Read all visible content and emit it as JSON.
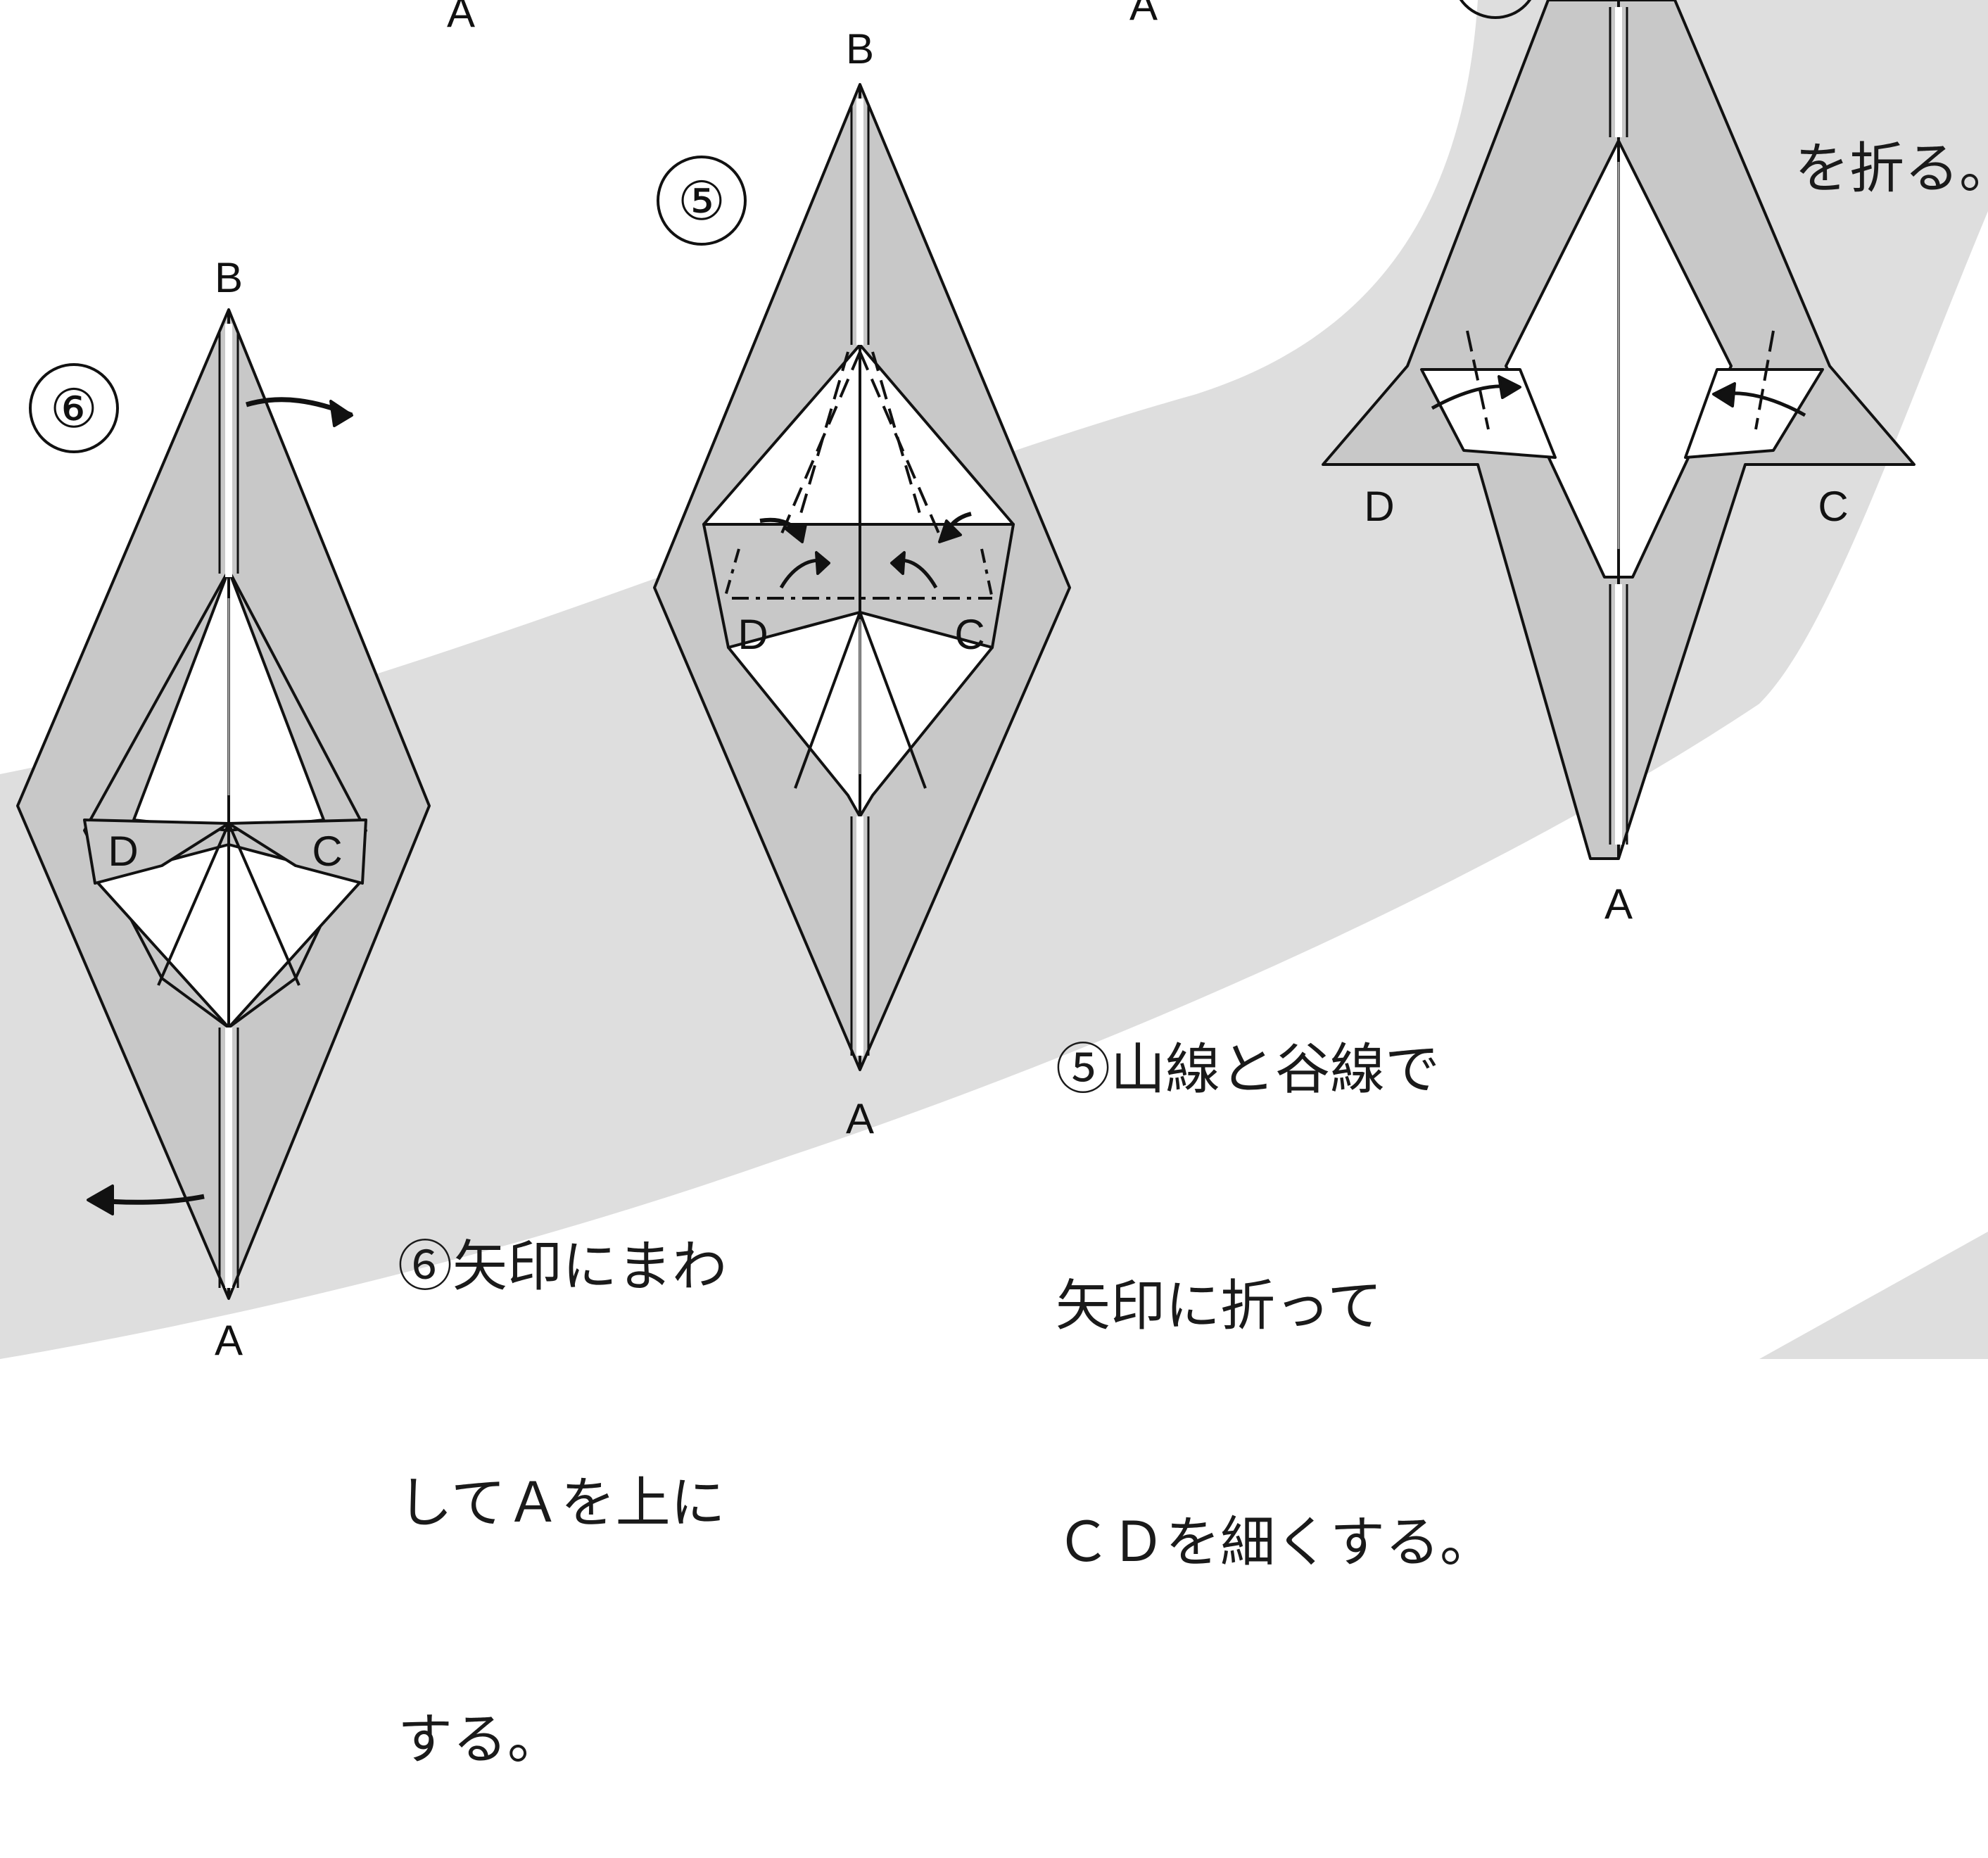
{
  "colors": {
    "background": "#ffffff",
    "band": "#dedede",
    "paper_gray": "#c8c8c8",
    "line": "#111111"
  },
  "labels": {
    "step4": {
      "c": "C",
      "d": "D",
      "a": "A"
    },
    "step5": {
      "b": "B",
      "c": "C",
      "d": "D",
      "a": "A",
      "number": "⑤"
    },
    "step6": {
      "b": "B",
      "c": "C",
      "d": "D",
      "a": "A",
      "number": "⑥"
    },
    "top_left_a": "A",
    "top_mid_a": "A"
  },
  "captions": {
    "step5": [
      "⑤山線と谷線で",
      "矢印に折って",
      "ＣＤを細くする。"
    ],
    "step6": [
      "⑥矢印にまわ",
      "してＡを上に",
      "する。"
    ],
    "top_right": "を折る。"
  },
  "icons": [
    "curved-arrow-icon",
    "fold-arrow-icon",
    "circled-number-icon"
  ]
}
